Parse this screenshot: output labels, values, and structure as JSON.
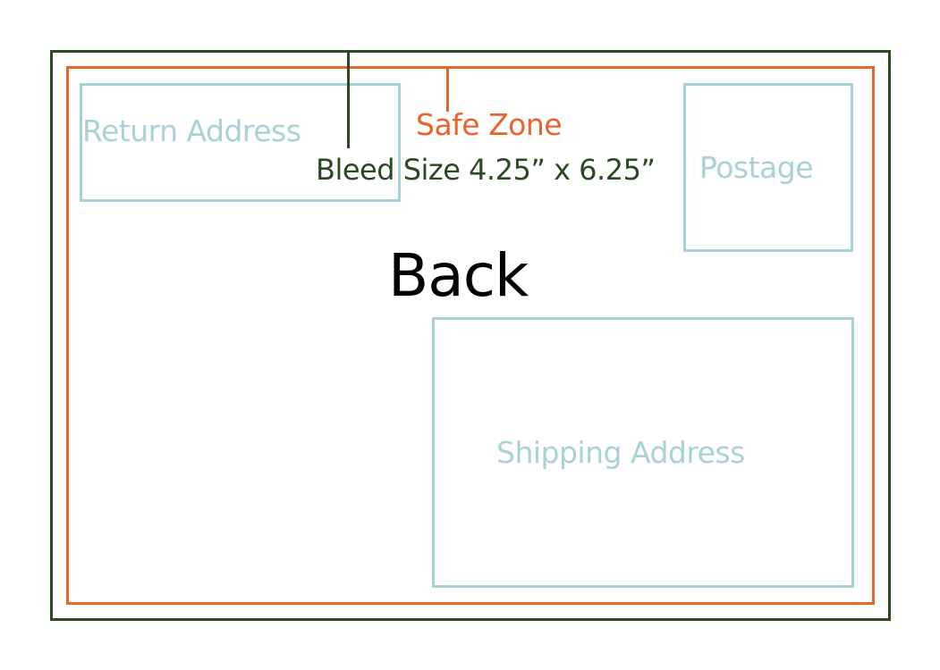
{
  "diagram": {
    "title": "Back",
    "bleed": {
      "label": "Bleed Size 4.25” x 6.25”",
      "color": "#2b4a22"
    },
    "safe_zone": {
      "label": "Safe Zone",
      "color": "#e8642c"
    },
    "zones": {
      "return_address": "Return Address",
      "postage": "Postage",
      "shipping_address": "Shipping Address",
      "color": "#a8d3d6"
    }
  }
}
